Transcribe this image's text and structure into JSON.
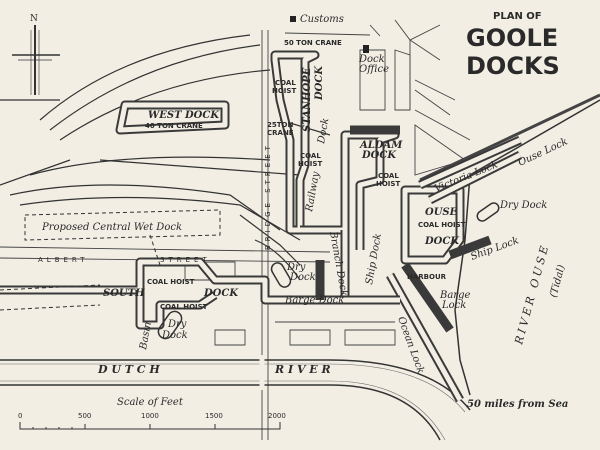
{
  "title": {
    "line1": "PLAN OF",
    "line2": "GOOLE",
    "line3": "DOCKS"
  },
  "compass": {
    "north": "N"
  },
  "labels": {
    "customs": "Customs",
    "crane_50": "50 TON CRANE",
    "dock_office_1": "Dock",
    "dock_office_2": "Office",
    "coal_hoist": "COAL HOIST",
    "coal": "COAL",
    "hoist": "HOIST",
    "stanhope_dock_1": "STANHOPE",
    "stanhope_dock_2": "DOCK",
    "west_dock": "WEST DOCK",
    "crane_40": "40 TON CRANE",
    "crane_25_1": "25TON",
    "crane_25_2": "CRANE",
    "railway_dock_1": "Railway",
    "railway_dock_2": "Dock",
    "aldam_dock_1": "ALDAM",
    "aldam_dock_2": "DOCK",
    "bridge_street": "BRIDGE STREET",
    "victoria_lock": "Victoria Lock",
    "ouse_lock": "Ouse Lock",
    "dry_dock": "Dry Dock",
    "dry": "Dry",
    "dock": "Dock",
    "ouse_dock_1": "OUSE",
    "ouse_dock_2": "DOCK",
    "ship_lock": "Ship Lock",
    "harbour": "HARBOUR",
    "barge_lock_1": "Barge",
    "barge_lock_2": "Lock",
    "ship_dock": "Ship Dock",
    "proposed": "Proposed Central Wet Dock",
    "albert_street_1": "ALBERT",
    "albert_street_2": "STREET",
    "south_dock_1": "SOUTH",
    "south_dock_2": "DOCK",
    "basin": "Basin",
    "branch_dock": "Branch Dock",
    "barge_dock": "Barge Dock",
    "ocean_lock": "Ocean Lock",
    "river_ouse": "RIVER OUSE",
    "tidal": "(Tidal)",
    "dutch": "D U T C H",
    "river": "R I V E R",
    "miles": "50 miles from Sea"
  },
  "scale": {
    "title": "Scale of Feet",
    "ticks": [
      "0",
      "500",
      "1000",
      "1500",
      "2000"
    ]
  }
}
